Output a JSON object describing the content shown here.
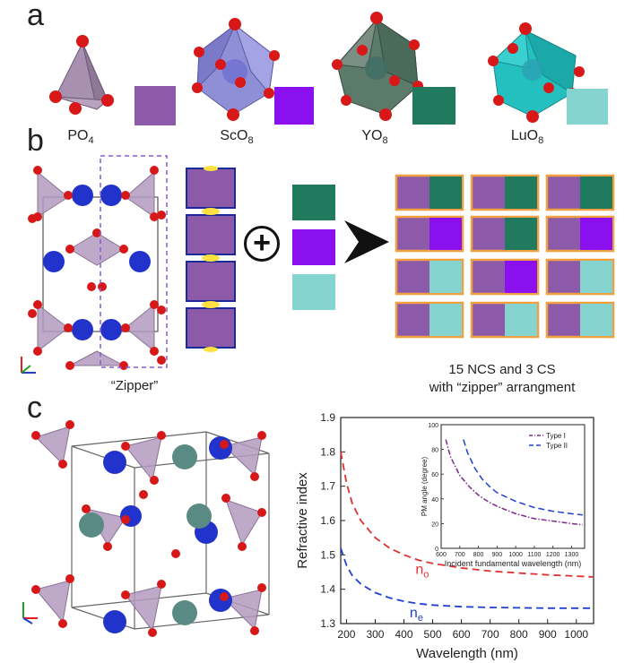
{
  "panels": {
    "a": "a",
    "b": "b",
    "c": "c"
  },
  "panel_a": {
    "polyhedra": [
      {
        "base": "PO",
        "sub": "4",
        "color": "#8c5aa8"
      },
      {
        "base": "ScO",
        "sub": "8",
        "color": "#8a10f0"
      },
      {
        "base": "YO",
        "sub": "8",
        "color": "#1f7a5e"
      },
      {
        "base": "LuO",
        "sub": "8",
        "color": "#86d4d0"
      }
    ]
  },
  "panel_b": {
    "zipper_label": "“Zipper”",
    "plus_symbol": "+",
    "caption_line1": "15 NCS and 3 CS",
    "caption_line2": "with “zipper” arrangment",
    "colors": {
      "purple": "#8c5aa8",
      "violet": "#8a10f0",
      "teal": "#1f7a5e",
      "cyan": "#86d4d0",
      "orange": "#f0a040",
      "navy": "#1a2a9a"
    }
  },
  "chart_data": {
    "type": "line",
    "xlabel": "Wavelength (nm)",
    "ylabel": "Refractive index",
    "xlim": [
      180,
      1060
    ],
    "ylim": [
      1.3,
      1.9
    ],
    "xticks": [
      200,
      300,
      400,
      500,
      600,
      700,
      800,
      900,
      1000
    ],
    "yticks": [
      1.3,
      1.4,
      1.5,
      1.6,
      1.7,
      1.8,
      1.9
    ],
    "series": [
      {
        "name": "n_o",
        "label_base": "n",
        "label_sub": "o",
        "color": "#e03030",
        "x": [
          180,
          200,
          220,
          250,
          300,
          350,
          400,
          450,
          500,
          600,
          700,
          800,
          900,
          1000,
          1060
        ],
        "y": [
          1.8,
          1.71,
          1.65,
          1.6,
          1.55,
          1.52,
          1.5,
          1.485,
          1.475,
          1.462,
          1.453,
          1.447,
          1.442,
          1.438,
          1.436
        ]
      },
      {
        "name": "n_e",
        "label_base": "n",
        "label_sub": "e",
        "color": "#2040d0",
        "x": [
          180,
          200,
          220,
          250,
          300,
          350,
          400,
          450,
          500,
          600,
          700,
          800,
          900,
          1000,
          1060
        ],
        "y": [
          1.52,
          1.47,
          1.44,
          1.415,
          1.39,
          1.375,
          1.365,
          1.358,
          1.354,
          1.349,
          1.347,
          1.346,
          1.345,
          1.345,
          1.345
        ]
      }
    ],
    "inset": {
      "xlabel": "Incident fundamental wavelength (nm)",
      "ylabel": "PM angle (degree)",
      "xlim": [
        600,
        1370
      ],
      "ylim": [
        0,
        100
      ],
      "xticks": [
        600,
        700,
        800,
        900,
        1000,
        1100,
        1200,
        1300
      ],
      "yticks": [
        0,
        20,
        40,
        60,
        80,
        100
      ],
      "legend": [
        "Type I",
        "Type II"
      ],
      "series": [
        {
          "name": "Type I",
          "color": "#7a2a8a",
          "x": [
            625,
            650,
            700,
            750,
            800,
            850,
            900,
            1000,
            1100,
            1200,
            1300,
            1360
          ],
          "y": [
            88,
            74,
            59,
            50,
            43,
            38,
            34,
            28,
            24,
            22,
            20,
            19
          ]
        },
        {
          "name": "Type II",
          "color": "#2040d0",
          "x": [
            720,
            740,
            780,
            820,
            860,
            900,
            1000,
            1100,
            1200,
            1300,
            1360
          ],
          "y": [
            88,
            78,
            65,
            56,
            50,
            45,
            38,
            33,
            30,
            28,
            27
          ]
        }
      ]
    }
  }
}
